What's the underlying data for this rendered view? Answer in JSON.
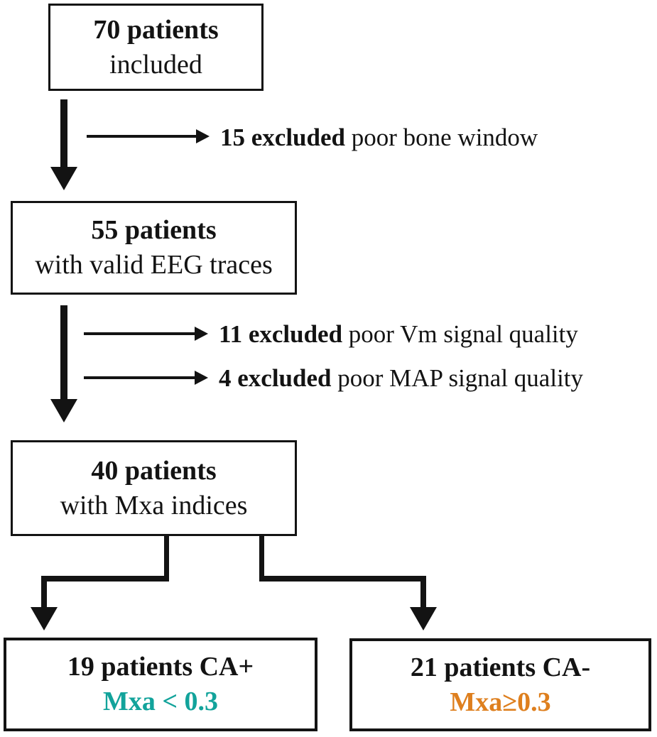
{
  "figure": {
    "type": "patient-flow-diagram",
    "boxes": {
      "included": {
        "line1": "70 patients",
        "line2": "included"
      },
      "valid_eeg": {
        "line1": "55 patients",
        "line2": "with valid EEG traces"
      },
      "mxa": {
        "line1": "40 patients",
        "line2": "with Mxa indices"
      },
      "ca_plus": {
        "line1": "19 patients CA+",
        "line2": "Mxa < 0.3"
      },
      "ca_minus": {
        "line1": "21 patients CA-",
        "line2": "Mxa≥0.3"
      }
    },
    "exclusions": [
      {
        "bold": "15 excluded",
        "rest": " poor bone window"
      },
      {
        "bold": "11 excluded",
        "rest": " poor Vm signal quality"
      },
      {
        "bold": "4 excluded",
        "rest": " poor MAP signal quality"
      }
    ]
  },
  "colors": {
    "ca_plus": "#12A39B",
    "ca_minus": "#DE7F1E",
    "line": "#131313"
  }
}
